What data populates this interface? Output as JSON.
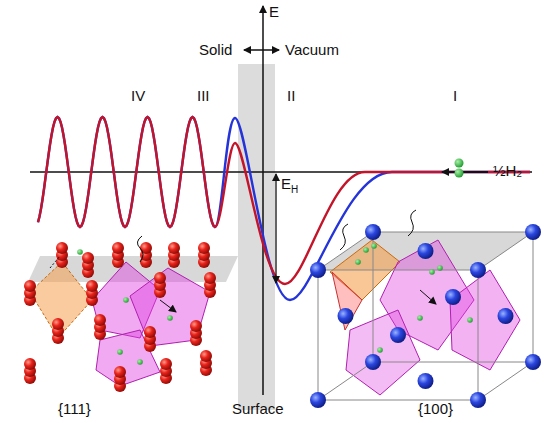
{
  "diagram": {
    "labels": [
      "E",
      "Solid",
      "Vacuum",
      "IV",
      "III",
      "II",
      "I",
      "½H₂",
      "E",
      "H",
      "{111}",
      "Surface",
      "{100}"
    ]
  }
}
